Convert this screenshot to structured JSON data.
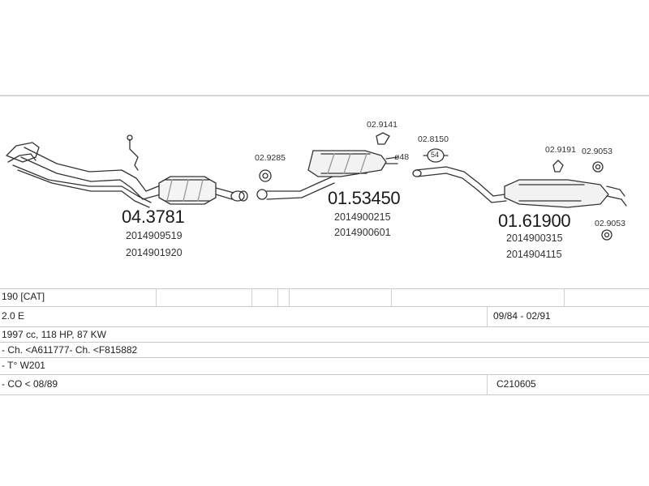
{
  "parts": {
    "p1": {
      "number": "04.3781",
      "oe": [
        "2014909519",
        "2014901920"
      ]
    },
    "p2": {
      "number": "01.53450",
      "oe": [
        "2014900215",
        "2014900601"
      ]
    },
    "p3": {
      "number": "01.61900",
      "oe": [
        "2014900315",
        "2014904115"
      ]
    }
  },
  "small_labels": {
    "clamp_9285": "02.9285",
    "hanger_9141": "02.9141",
    "diameter": "ø48",
    "ring_8150": "02.8150",
    "ring_inner": "54",
    "hanger_9191": "02.9191",
    "hanger_9053_top": "02.9053",
    "hanger_9053_bottom": "02.9053"
  },
  "table": {
    "rows": [
      {
        "left": "190  [CAT]",
        "right": ""
      },
      {
        "left": "2.0 E",
        "right": "09/84 - 02/91"
      },
      {
        "left": "1997 cc, 118 HP, 87 KW",
        "right": ""
      },
      {
        "left": "- Ch. <A611777- Ch. <F815882",
        "right": ""
      },
      {
        "left": "- T° W201",
        "right": ""
      },
      {
        "left": "- CO < 08/89",
        "right": "C210605"
      }
    ]
  }
}
